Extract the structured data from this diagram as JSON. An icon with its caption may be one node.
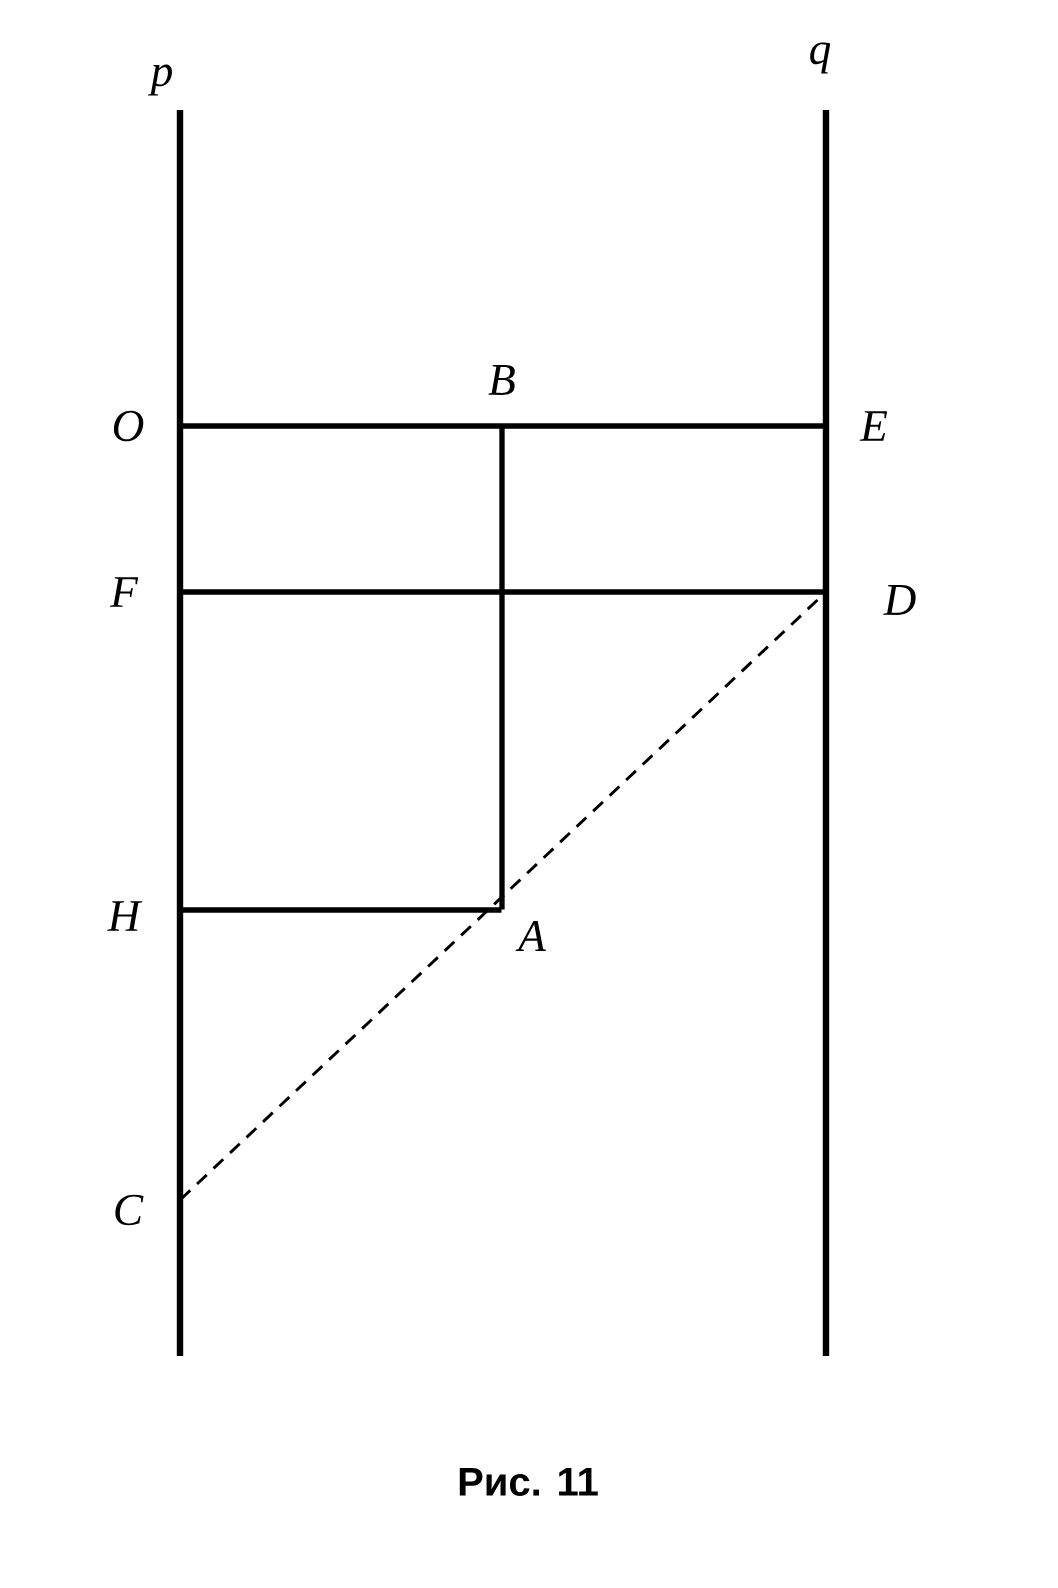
{
  "diagram": {
    "caption": "Рис. 11",
    "nodes": [
      {
        "text": [
          "O"
        ]
      },
      {
        "text": [
          "B"
        ]
      },
      {
        "text": [
          "E"
        ]
      },
      {
        "text": [
          "F"
        ]
      },
      {
        "text": [
          "D"
        ]
      },
      {
        "text": [
          "H"
        ]
      },
      {
        "text": [
          "A"
        ]
      },
      {
        "text": [
          "C"
        ]
      }
    ],
    "edges": [
      {
        "from": 0,
        "to": 2,
        "arrow": "none"
      },
      {
        "from": 3,
        "to": 4,
        "arrow": "none"
      },
      {
        "from": 1,
        "to": 6,
        "arrow": "none"
      },
      {
        "from": 5,
        "to": 6,
        "arrow": "none"
      },
      {
        "from": 7,
        "to": 4,
        "arrow": "none",
        "style": "dashed"
      }
    ],
    "labels": [
      "p",
      "q"
    ]
  }
}
